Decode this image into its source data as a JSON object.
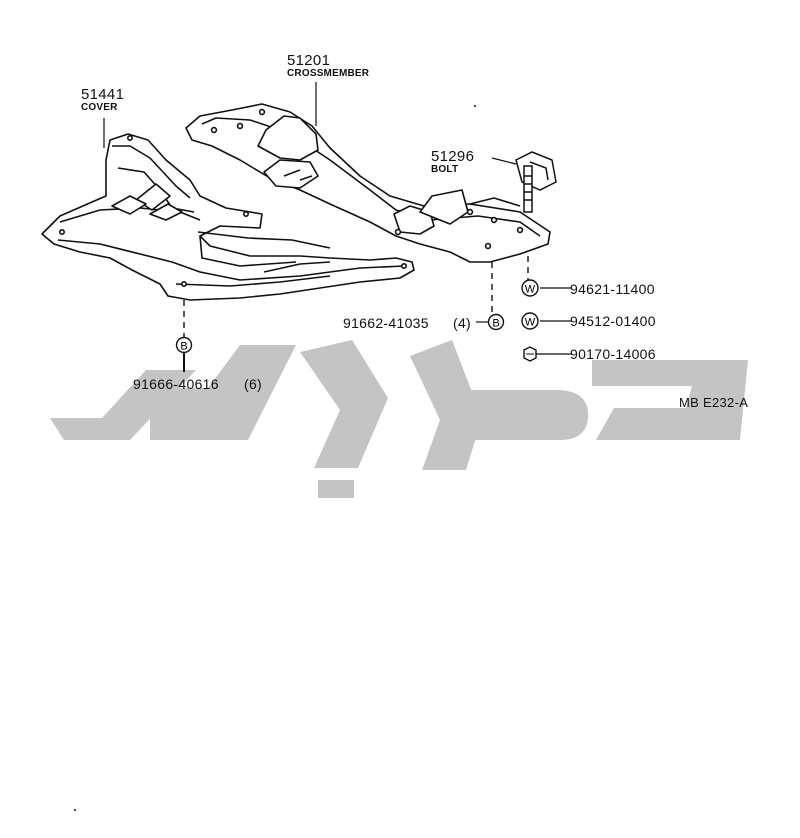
{
  "labels": {
    "cover": {
      "number": "51441",
      "name": "COVER"
    },
    "crossmember": {
      "number": "51201",
      "name": "CROSSMEMBER"
    },
    "bolt": {
      "number": "51296",
      "name": "BOLT"
    },
    "washer_a": {
      "number": "94621-11400",
      "marker": "W"
    },
    "washer_b": {
      "number": "94512-01400",
      "marker": "W"
    },
    "nut": {
      "number": "90170-14006"
    },
    "bolt_b4": {
      "number": "91662-41035",
      "qty": "(4)",
      "marker": "B"
    },
    "bolt_b6": {
      "number": "91666-40616",
      "qty": "(6)",
      "marker": "B"
    }
  },
  "diagram_code": "MB E232-A",
  "watermark": {
    "color": "#c4c4c4"
  }
}
